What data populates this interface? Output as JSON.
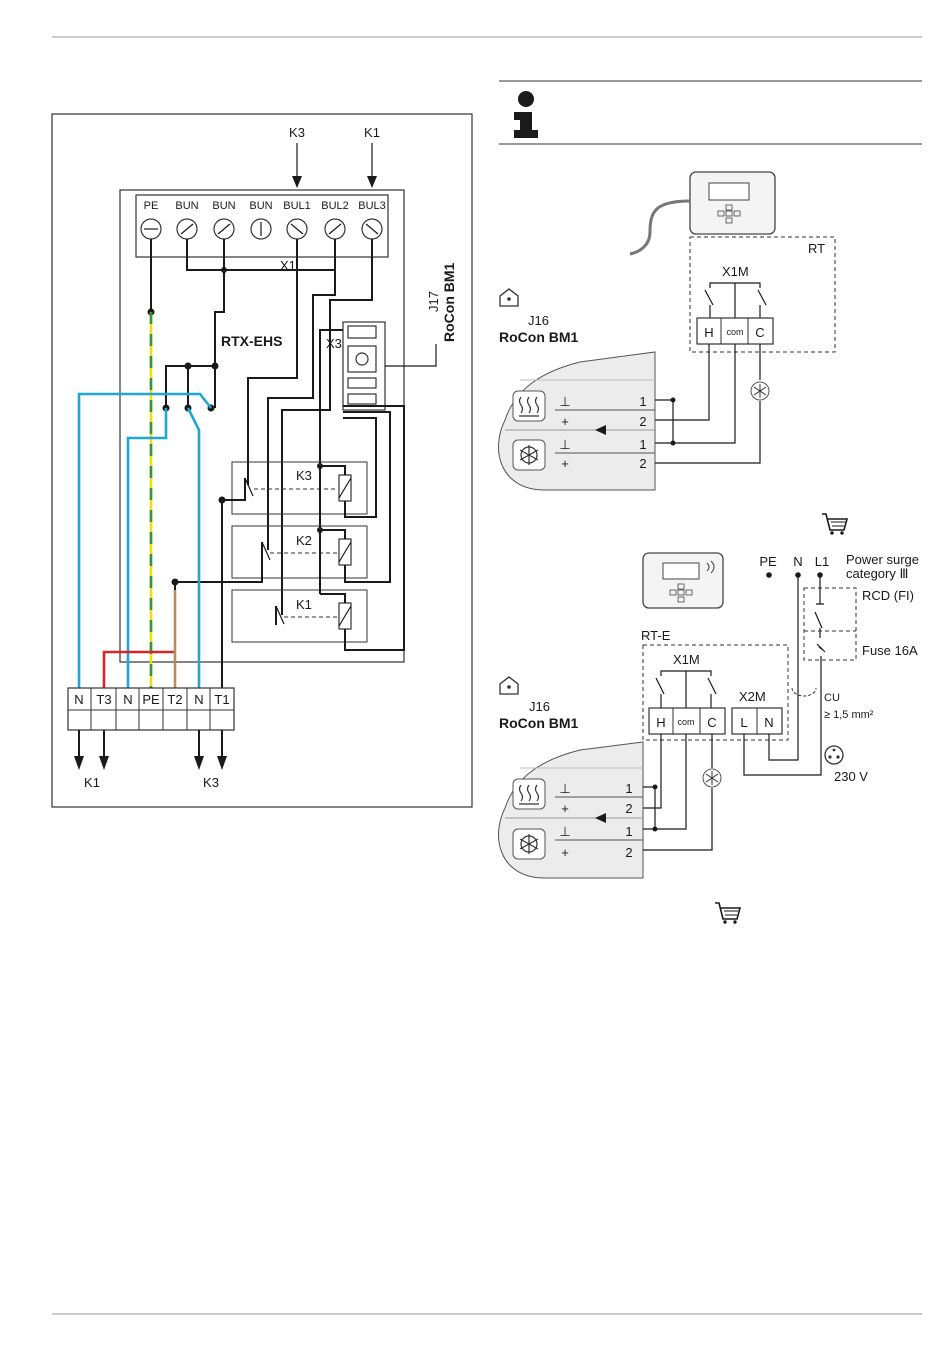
{
  "left_diagram": {
    "top_terminals": [
      "PE",
      "BUN",
      "BUN",
      "BUN",
      "BUL1",
      "BUL2",
      "BUL3"
    ],
    "top_arrow_labels": [
      "K3",
      "K1"
    ],
    "connector_label": "X1",
    "module_label": "RTX-EHS",
    "x3_label": "X3",
    "j17_label": "J17",
    "j17_board": "RoCon BM1",
    "relay_labels": [
      "K3",
      "K2",
      "K1"
    ],
    "bottom_terminals": [
      "N",
      "T3",
      "N",
      "PE",
      "T2",
      "N",
      "T1"
    ],
    "bottom_arrow_labels": [
      "K1",
      "K3"
    ]
  },
  "right_top": {
    "rt_label": "RT",
    "x1m_label": "X1M",
    "terminals": [
      "H",
      "com",
      "C"
    ],
    "j16_label": "J16",
    "board_label": "RoCon BM1",
    "rows": [
      {
        "sym": "⊥",
        "num": "1"
      },
      {
        "sym": "+",
        "num": "2"
      },
      {
        "sym": "⊥",
        "num": "1"
      },
      {
        "sym": "+",
        "num": "2"
      }
    ]
  },
  "right_bottom": {
    "rte_label": "RT-E",
    "x1m_label": "X1M",
    "x2m_label": "X2M",
    "terminals": [
      "H",
      "com",
      "C"
    ],
    "x2m_terminals": [
      "L",
      "N"
    ],
    "supply_labels": [
      "PE",
      "N",
      "L1"
    ],
    "surge_label_1": "Power surge",
    "surge_label_2": "category Ⅲ",
    "rcd_label": "RCD (FI)",
    "fuse_label": "Fuse 16A",
    "cu_label": "CU",
    "cu_size": "≥ 1,5 mm²",
    "voltage_label": "230 V",
    "j16_label": "J16",
    "board_label": "RoCon BM1",
    "rows": [
      {
        "sym": "⊥",
        "num": "1"
      },
      {
        "sym": "+",
        "num": "2"
      },
      {
        "sym": "⊥",
        "num": "1"
      },
      {
        "sym": "+",
        "num": "2"
      }
    ]
  },
  "colors": {
    "blue": "#1ea6d6",
    "green": "#2e9a3e",
    "yellow": "#f1e000",
    "red": "#d9232b",
    "brown": "#b88a5e"
  },
  "icons": [
    "info-icon",
    "house-icon",
    "cart-icon",
    "heating-icon",
    "cooling-icon",
    "thermostat-icon",
    "socket-icon"
  ]
}
